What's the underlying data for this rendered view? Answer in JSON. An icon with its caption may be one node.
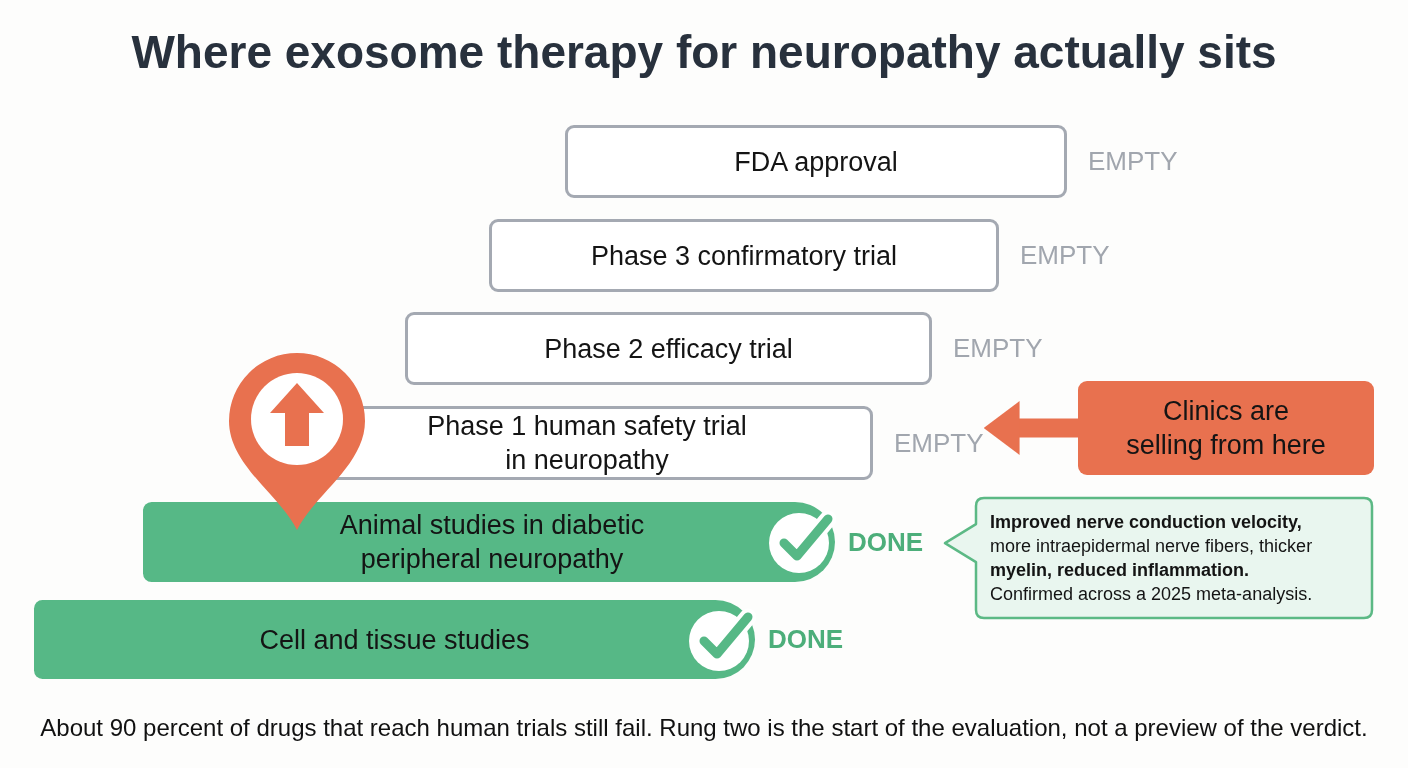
{
  "diagram": {
    "title": "Where exosome therapy for neuropathy actually sits",
    "caption": "About 90 percent of drugs that reach human trials still fail. Rung two is the start of the evaluation, not a preview of the verdict.",
    "nodes": [
      {
        "text": [
          "FDA approval"
        ],
        "beside": [
          "EMPTY"
        ]
      },
      {
        "text": [
          "Phase 3 confirmatory trial"
        ],
        "beside": [
          "EMPTY"
        ]
      },
      {
        "text": [
          "Phase 2 efficacy trial"
        ],
        "beside": [
          "EMPTY"
        ]
      },
      {
        "text": [
          "Phase 1 human safety trial in neuropathy"
        ],
        "beside": [
          "EMPTY"
        ]
      },
      {
        "text": [
          "Clinics are selling from here"
        ]
      },
      {
        "text": [
          "Animal studies in diabetic peripheral neuropathy"
        ],
        "beside": [
          "DONE"
        ]
      },
      {
        "text": [
          "**Improved nerve conduction velocity,** more intraepidermal nerve fibers, thicker **myelin, reduced inflammation.** Confirmed across a 2025 meta-analysis."
        ]
      },
      {
        "text": [
          "Cell and tissue studies"
        ],
        "beside": [
          "DONE"
        ]
      }
    ],
    "edges": [
      {
        "from": 4,
        "to": 3,
        "arrow": "to"
      }
    ]
  }
}
